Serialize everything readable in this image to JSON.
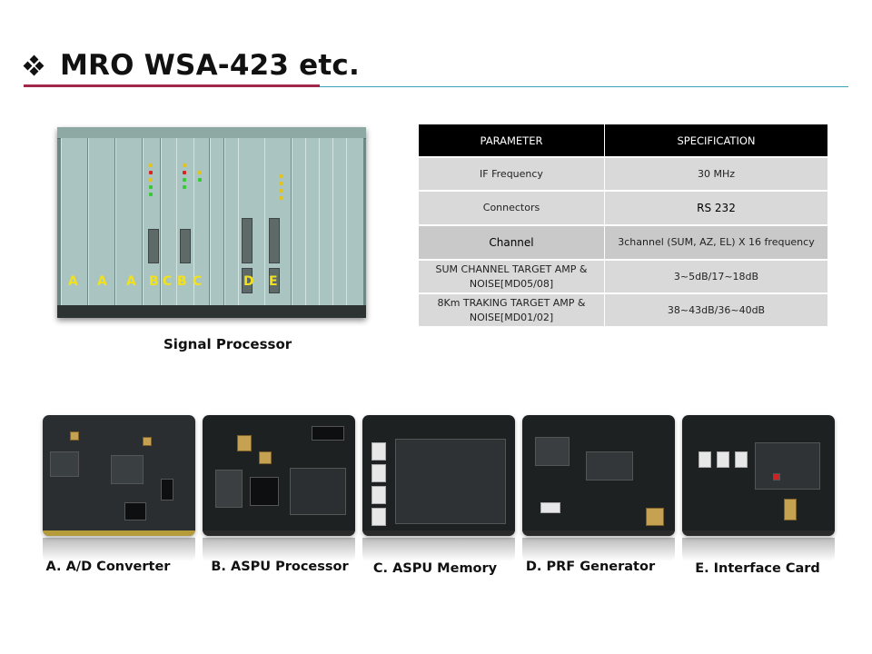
{
  "header": {
    "title": "MRO WSA-423 etc."
  },
  "rack": {
    "letters": [
      "A",
      "A",
      "A",
      "B",
      "C",
      "B",
      "C",
      "D",
      "E"
    ],
    "caption": "Signal Processor"
  },
  "spec_table": {
    "headers": [
      "PARAMETER",
      "SPECIFICATION"
    ],
    "rows": [
      {
        "parameter": "IF Frequency",
        "spec": "30 MHz"
      },
      {
        "parameter": "Connectors",
        "spec": "RS 232"
      },
      {
        "parameter": "Channel",
        "spec": "3channel (SUM, AZ, EL) X 16 frequency"
      },
      {
        "parameter": "SUM CHANNEL TARGET AMP & NOISE[MD05/08]",
        "spec": "3~5dB/17~18dB"
      },
      {
        "parameter": "8Km TRAKING TARGET AMP & NOISE[MD01/02]",
        "spec": "38~43dB/36~40dB"
      }
    ]
  },
  "boards": [
    {
      "caption": "A. A/D Converter"
    },
    {
      "caption": "B. ASPU Processor"
    },
    {
      "caption": "C. ASPU Memory"
    },
    {
      "caption": "D. PRF Generator"
    },
    {
      "caption": "E. Interface Card"
    }
  ]
}
